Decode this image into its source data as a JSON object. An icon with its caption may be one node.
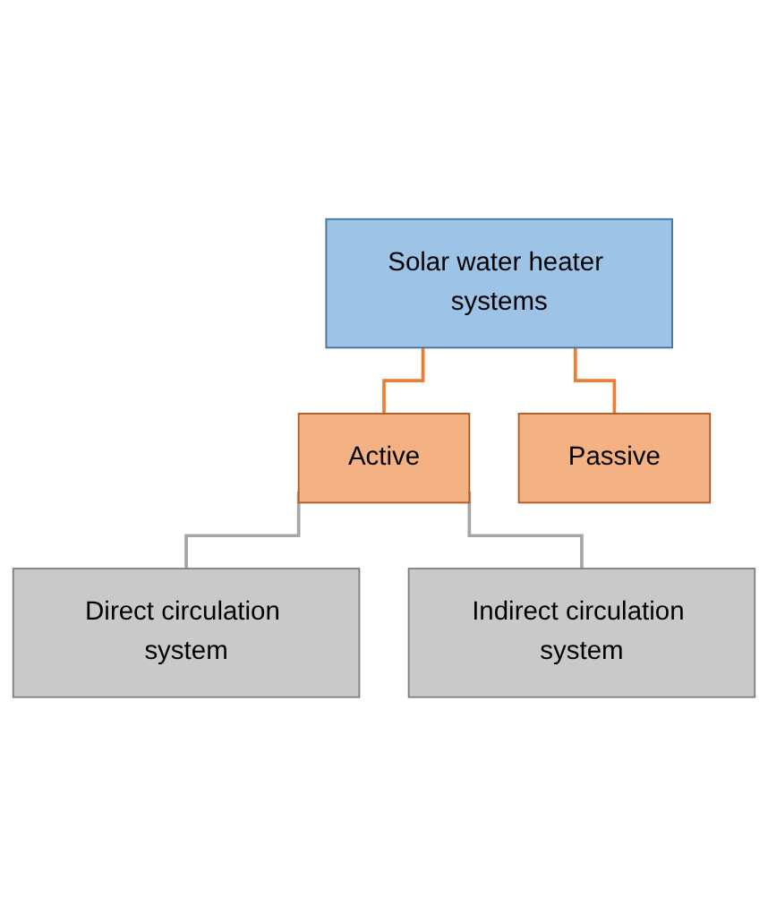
{
  "diagram": {
    "nodes": [
      {
        "text": [
          "Solar water heater systems"
        ]
      },
      {
        "text": [
          "Active"
        ]
      },
      {
        "text": [
          "Passive"
        ]
      },
      {
        "text": [
          "Direct circulation system"
        ]
      },
      {
        "text": [
          "Indirect circulation system"
        ]
      }
    ],
    "edges": [
      {
        "from": 0,
        "to": 1,
        "arrow": "none",
        "color": "#ed7d31"
      },
      {
        "from": 0,
        "to": 2,
        "arrow": "none",
        "color": "#ed7d31"
      },
      {
        "from": 1,
        "to": 3,
        "arrow": "none",
        "color": "#a5a5a5"
      },
      {
        "from": 1,
        "to": 4,
        "arrow": "none",
        "color": "#a5a5a5"
      }
    ]
  }
}
